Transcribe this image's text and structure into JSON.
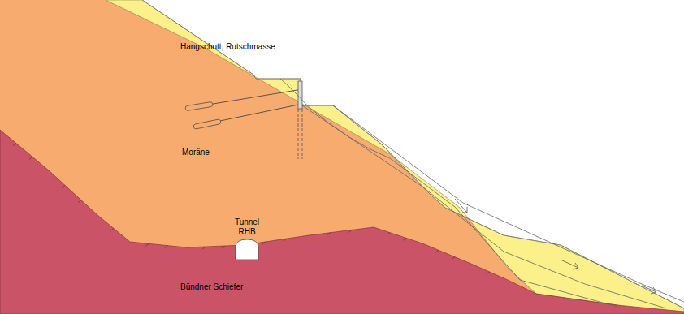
{
  "diagram": {
    "labels": [
      "Hangschutt, Rutschmasse",
      "Moräne",
      "Tunnel RHB",
      "Bündner Schiefer"
    ]
  }
}
